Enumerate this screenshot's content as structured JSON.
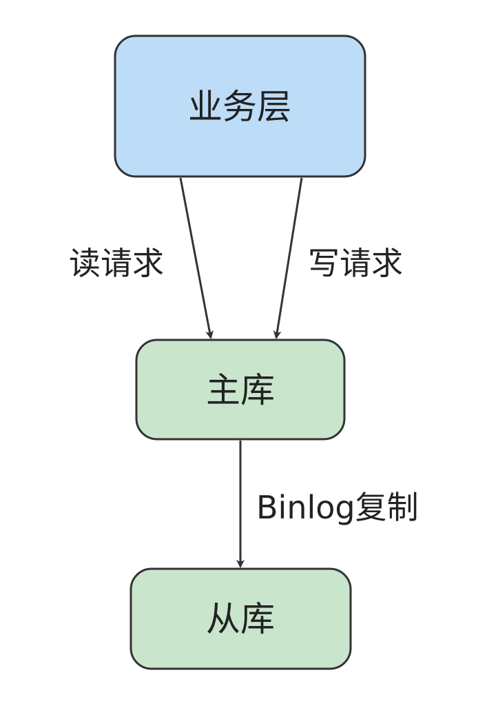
{
  "colors": {
    "business_fill": "#bddcf7",
    "db_fill": "#c9e5cc",
    "stroke": "#333333",
    "text": "#222222"
  },
  "nodes": {
    "business": {
      "label": "业务层"
    },
    "master": {
      "label": "主库"
    },
    "slave": {
      "label": "从库"
    }
  },
  "edges": {
    "read": {
      "label": "读请求"
    },
    "write": {
      "label": "写请求"
    },
    "binlog": {
      "label": "Binlog复制"
    }
  }
}
